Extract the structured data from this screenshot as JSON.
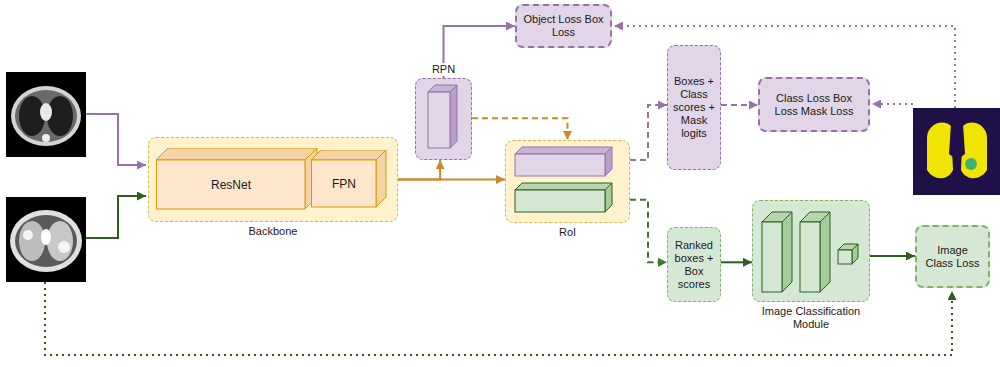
{
  "diagram": {
    "nodes": [
      {
        "text": [
          "Backbone"
        ]
      },
      {
        "text": [
          "ResNet"
        ],
        "in": 0
      },
      {
        "text": [
          "FPN"
        ],
        "in": 0
      },
      {
        "text": [
          "Object Loss Box Loss"
        ]
      },
      {
        "text": [
          "RPN"
        ]
      },
      {
        "text": [
          "RoI"
        ]
      },
      {
        "text": [
          "Boxes + Class scores + Mask logits"
        ]
      },
      {
        "text": [
          "Class Loss Box Loss Mask Loss"
        ]
      },
      {
        "text": [
          "Ranked boxes + Box scores"
        ]
      },
      {
        "text": [
          "Image Classification Module"
        ]
      },
      {
        "text": [
          "Image Class Loss"
        ]
      }
    ],
    "edges": [
      {
        "from": 0,
        "to": 4,
        "arrow": "to"
      },
      {
        "from": 0,
        "to": 5,
        "arrow": "to"
      },
      {
        "from": 4,
        "to": 3,
        "arrow": "to"
      },
      {
        "from": 4,
        "to": 5,
        "arrow": "to"
      },
      {
        "from": 5,
        "to": 6,
        "arrow": "to"
      },
      {
        "from": 6,
        "to": 7,
        "arrow": "to"
      },
      {
        "from": 5,
        "to": 8,
        "arrow": "to"
      },
      {
        "from": 8,
        "to": 9,
        "arrow": "to"
      },
      {
        "from": 9,
        "to": 10,
        "arrow": "to"
      }
    ]
  }
}
